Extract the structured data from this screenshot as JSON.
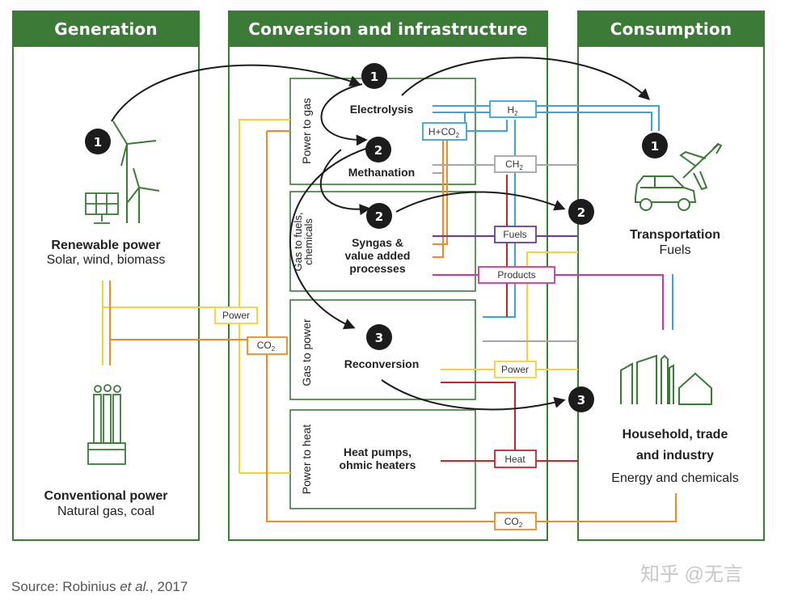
{
  "colors": {
    "green": "#3b7a37",
    "yellow": "#f2d33b",
    "orange": "#f08a24",
    "blue": "#3aa3d8",
    "grey": "#a6a6a6",
    "purple": "#6a3aa0",
    "magenta": "#d0379c",
    "red": "#c9242b",
    "dark": "#1c1c1c"
  },
  "columns": {
    "generation": "Generation",
    "conversion": "Conversion and infrastructure",
    "consumption": "Consumption"
  },
  "generation": {
    "renewable_title": "Renewable power",
    "renewable_sub": "Solar, wind, biomass",
    "conventional_title": "Conventional power",
    "conventional_sub": "Natural gas, coal"
  },
  "processes": {
    "power_to_gas": "Power to gas",
    "gas_to_fuels": "Gas to fuels, chemicals",
    "gas_to_power": "Gas to power",
    "power_to_heat": "Power to heat",
    "electrolysis": "Electrolysis",
    "methanation": "Methanation",
    "syngas": [
      "Syngas &",
      "value added",
      "processes"
    ],
    "reconversion": "Reconversion",
    "heat_pumps": [
      "Heat pumps,",
      "ohmic heaters"
    ]
  },
  "tags": {
    "h2": "H",
    "h2_sub": "2",
    "h_co2": "H+CO",
    "h_co2_sub": "2",
    "ch2": "CH",
    "ch2_sub": "2",
    "fuels": "Fuels",
    "products": "Products",
    "power_left": "Power",
    "co2_left": "CO",
    "co2_left_sub": "2",
    "power_mid": "Power",
    "heat": "Heat",
    "co2_bottom": "CO",
    "co2_bottom_sub": "2"
  },
  "consumption": {
    "transport_title": "Transportation",
    "transport_sub": "Fuels",
    "household_title1": "Household, trade",
    "household_title2": "and industry",
    "household_sub": "Energy and chemicals"
  },
  "markers": [
    "1",
    "2",
    "3"
  ],
  "icons": [
    "wind-turbine-icon",
    "solar-panel-icon",
    "factory-icon",
    "airplane-icon",
    "car-icon",
    "industry-house-icon"
  ],
  "source": {
    "prefix": "Source: Robinius ",
    "italic": "et al.",
    "suffix": ", 2017"
  },
  "watermark": "知乎 @无言"
}
